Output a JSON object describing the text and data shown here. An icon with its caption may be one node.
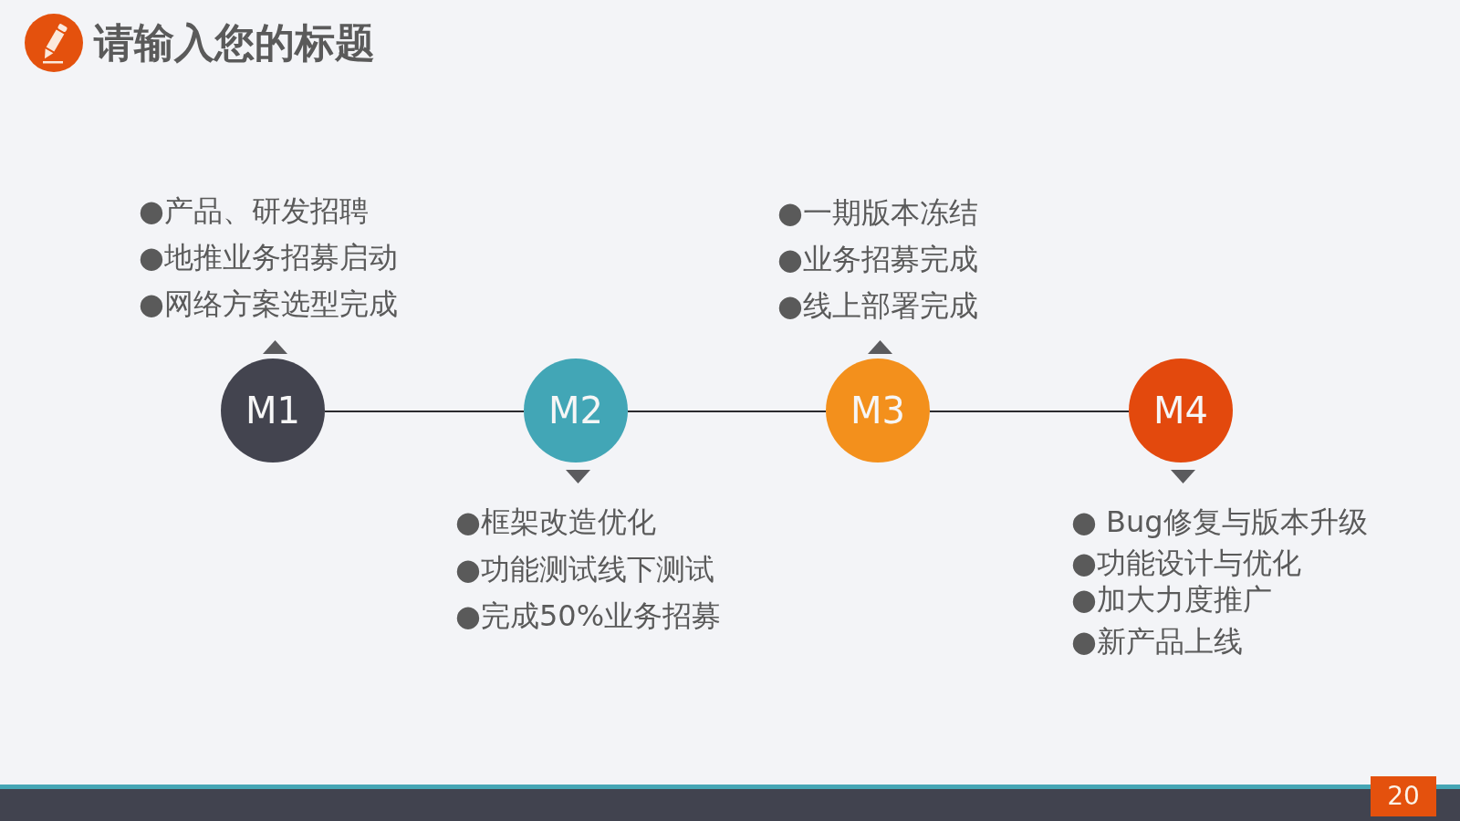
{
  "diagram": {
    "title": "请输入您的标题",
    "nodes": [
      {
        "text": [
          "M1"
        ],
        "beside": [
          "●产品、研发招聘",
          "●地推业务招募启动",
          "●网络方案选型完成"
        ]
      },
      {
        "text": [
          "M2"
        ],
        "beside": [
          "●框架改造优化",
          "●功能测试线下测试",
          "●完成50%业务招募"
        ]
      },
      {
        "text": [
          "M3"
        ],
        "beside": [
          "●一期版本冻结",
          "●业务招募完成",
          "●线上部署完成"
        ]
      },
      {
        "text": [
          "M4"
        ],
        "beside": [
          "● Bug修复与版本升级",
          "●功能设计与优化",
          "●加大力度推广",
          "●新产品上线"
        ]
      }
    ],
    "edges": [
      {
        "from": 0,
        "to": 1,
        "arrow": "none"
      },
      {
        "from": 1,
        "to": 2,
        "arrow": "none"
      },
      {
        "from": 2,
        "to": 3,
        "arrow": "none"
      }
    ],
    "labels": [
      "20"
    ]
  }
}
